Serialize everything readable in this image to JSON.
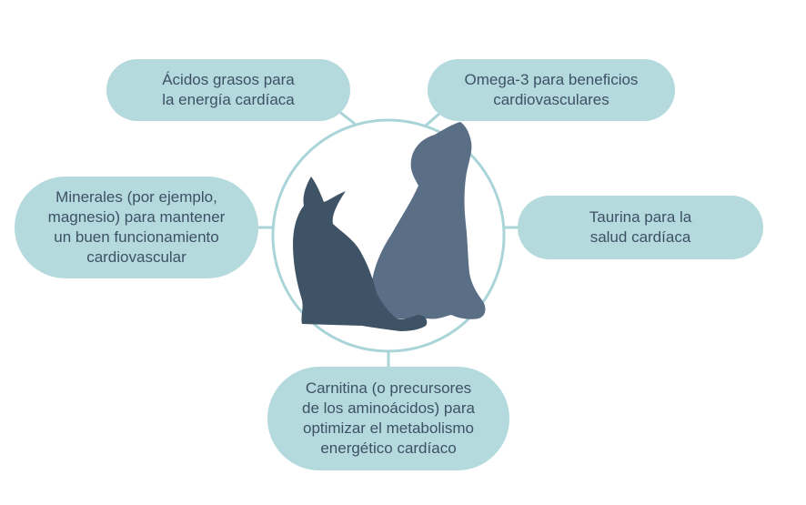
{
  "colors": {
    "pill_fill": "#b5dadd",
    "line": "#a9d4d8",
    "text": "#3d5166",
    "cat": "#3f5366",
    "dog": "#5a6e86"
  },
  "center": {
    "illustration": "cat and dog silhouettes"
  },
  "nodes": {
    "top_left": "Ácidos grasos para\nla energía cardíaca",
    "top_right": "Omega-3 para beneficios\ncardiovasculares",
    "left": "Minerales (por ejemplo,\nmagnesio) para mantener\nun buen funcionamiento\ncardiovascular",
    "right": "Taurina para la\nsalud cardíaca",
    "bottom": "Carnitina (o precursores\nde los aminoácidos) para\noptimizar el metabolismo\nenergético cardíaco"
  }
}
